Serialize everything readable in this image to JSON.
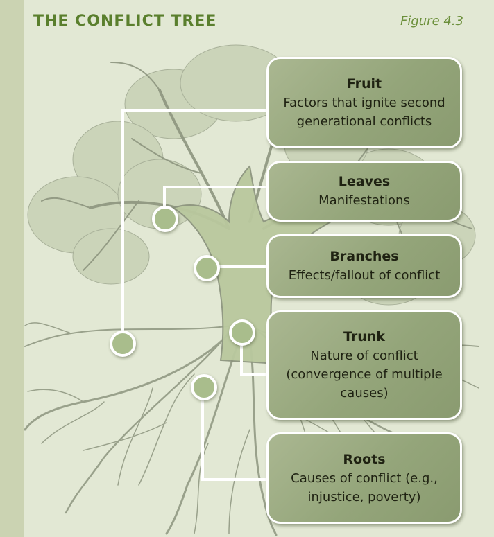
{
  "header": {
    "title": "THE CONFLICT TREE",
    "figure_label": "Figure 4.3"
  },
  "parts": [
    {
      "key": "fruit",
      "name": "Fruit",
      "description": "Factors that ignite second generational conflicts"
    },
    {
      "key": "leaves",
      "name": "Leaves",
      "description": "Manifestations"
    },
    {
      "key": "branches",
      "name": "Branches",
      "description": "Effects/fallout of conflict"
    },
    {
      "key": "trunk",
      "name": "Trunk",
      "description": "Nature of conflict (convergence of multiple causes)"
    },
    {
      "key": "roots",
      "name": "Roots",
      "description": "Causes of conflict (e.g., injustice, poverty)"
    }
  ],
  "colors": {
    "title": "#5a7f2d",
    "background": "#e2e8d4",
    "side_bar": "#cbd3b2",
    "box_fill": "#9aab80",
    "connector": "#ffffff",
    "tree_trunk": "#b9c89e",
    "tree_outline": "#8d957f"
  }
}
